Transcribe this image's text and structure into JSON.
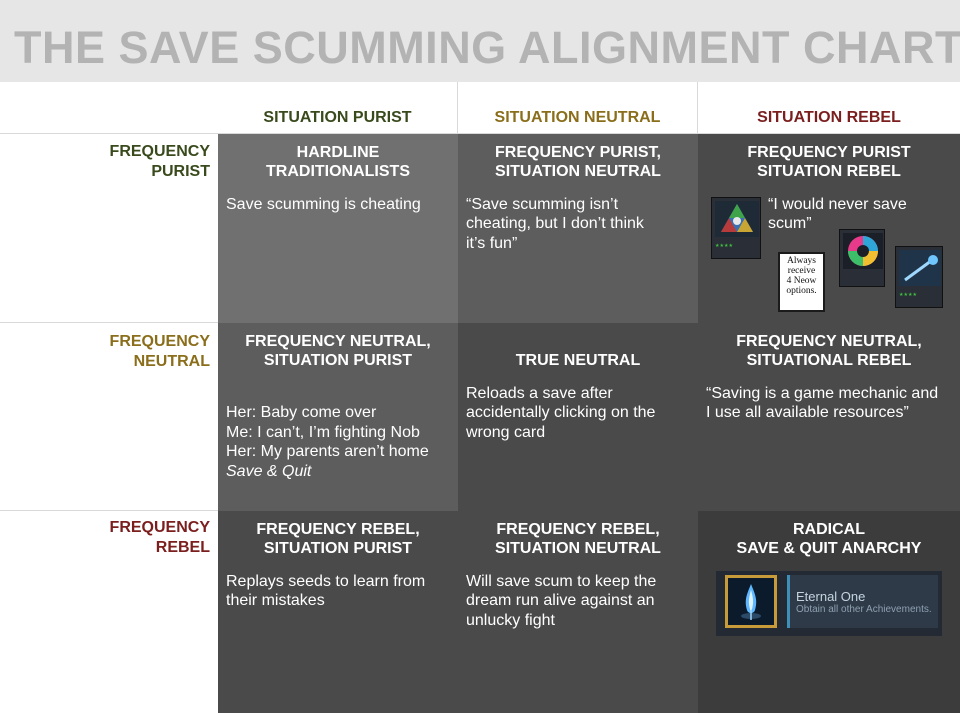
{
  "title": "THE SAVE SCUMMING ALIGNMENT CHART",
  "colors": {
    "purist": "#394a1c",
    "neutral": "#8a6e1b",
    "rebel": "#7a1e1e",
    "cell_light": "#707070",
    "cell_mid": "#5d5d5d",
    "cell_dark": "#4a4a4a",
    "cell_darkest": "#3c3c3c"
  },
  "columns": [
    "SITUATION PURIST",
    "SITUATION NEUTRAL",
    "SITUATION REBEL"
  ],
  "rows": [
    {
      "line1": "FREQUENCY",
      "line2": "PURIST"
    },
    {
      "line1": "FREQUENCY",
      "line2": "NEUTRAL"
    },
    {
      "line1": "FREQUENCY",
      "line2": "REBEL"
    }
  ],
  "cells": [
    [
      {
        "title": "HARDLINE\nTRADITIONALISTS",
        "body": "Save scumming is cheating"
      },
      {
        "title": "FREQUENCY PURIST,\nSITUATION NEUTRAL",
        "body": "“Save scumming isn’t\ncheating, but I don’t think\nit’s fun”"
      },
      {
        "title": "FREQUENCY PURIST\n        SITUATION REBEL",
        "body": "“I would never save\nscum”"
      }
    ],
    [
      {
        "title": "FREQUENCY NEUTRAL,\nSITUATION PURIST",
        "body": "Her: Baby come over\nMe: I can’t, I’m fighting Nob\nHer: My parents aren’t home",
        "body_italic": "Save & Quit"
      },
      {
        "title": "TRUE NEUTRAL",
        "body": "Reloads a save after\naccidentally clicking on the\nwrong card"
      },
      {
        "title": "FREQUENCY NEUTRAL,\nSITUATIONAL REBEL",
        "body": "“Saving is a game mechanic and\nI use all available resources”"
      }
    ],
    [
      {
        "title": "FREQUENCY REBEL,\nSITUATION PURIST",
        "body": "Replays seeds to learn from\ntheir mistakes"
      },
      {
        "title": "FREQUENCY REBEL,\nSITUATION NEUTRAL",
        "body": "Will save scum to keep the\ndream run alive against an\nunlucky fight"
      },
      {
        "title": "RADICAL\nSAVE & QUIT ANARCHY",
        "body": ""
      }
    ]
  ],
  "neow_card": "Always\nreceive\n4 Neow\noptions.",
  "achievement": {
    "name": "Eternal One",
    "description": "Obtain all other Achievements."
  }
}
